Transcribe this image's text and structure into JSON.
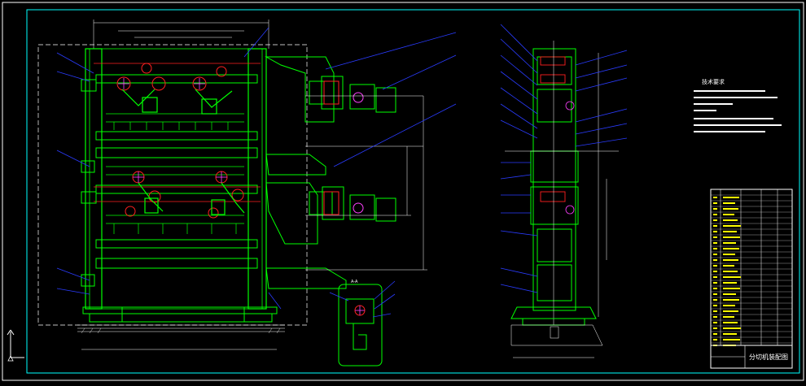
{
  "drawing": {
    "background": "#000000",
    "frame_color": "#ffffff",
    "frame_inner_color": "#00ffff",
    "machine_color": "#00ff00",
    "accent_red": "#ff2020",
    "accent_magenta": "#ff40ff",
    "leader_color": "#2a3cff",
    "dimension_color": "#ffffff",
    "notes_title": "技术要求",
    "section_label": "A-A",
    "title_block": {
      "drawing_title": "分切机装配图",
      "border_color": "#ffffff",
      "cell_color": "#ffff00"
    },
    "axis_icon": "ucs-axis-icon"
  }
}
